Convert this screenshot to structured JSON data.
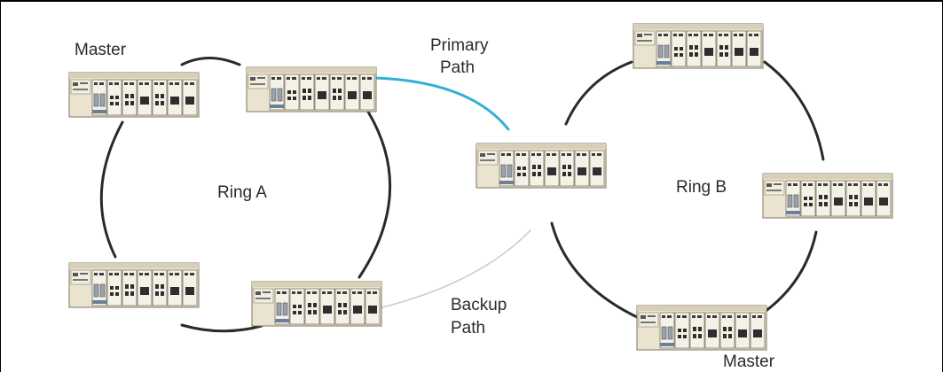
{
  "labels": {
    "master_a": "Master",
    "ring_a": "Ring A",
    "primary_line1": "Primary",
    "primary_line2": "Path",
    "backup_line1": "Backup",
    "backup_line2": "Path",
    "ring_b": "Ring B",
    "master_b": "Master"
  },
  "colors": {
    "ring_link": "#2a2a2a",
    "primary_link": "#2fb1d6",
    "backup_link": "#c8c8c8",
    "device_body": "#e9e3cf",
    "device_dark": "#3c3c3c"
  },
  "devices": [
    {
      "name": "switch-master-a",
      "icon": "network-switch-icon"
    },
    {
      "name": "switch-top-a",
      "icon": "network-switch-icon"
    },
    {
      "name": "switch-bottom-left-a",
      "icon": "network-switch-icon"
    },
    {
      "name": "switch-bottom-right-a",
      "icon": "network-switch-icon"
    },
    {
      "name": "switch-coupler",
      "icon": "network-switch-icon"
    },
    {
      "name": "switch-top-b",
      "icon": "network-switch-icon"
    },
    {
      "name": "switch-right-b",
      "icon": "network-switch-icon"
    },
    {
      "name": "switch-master-b",
      "icon": "network-switch-icon"
    }
  ]
}
